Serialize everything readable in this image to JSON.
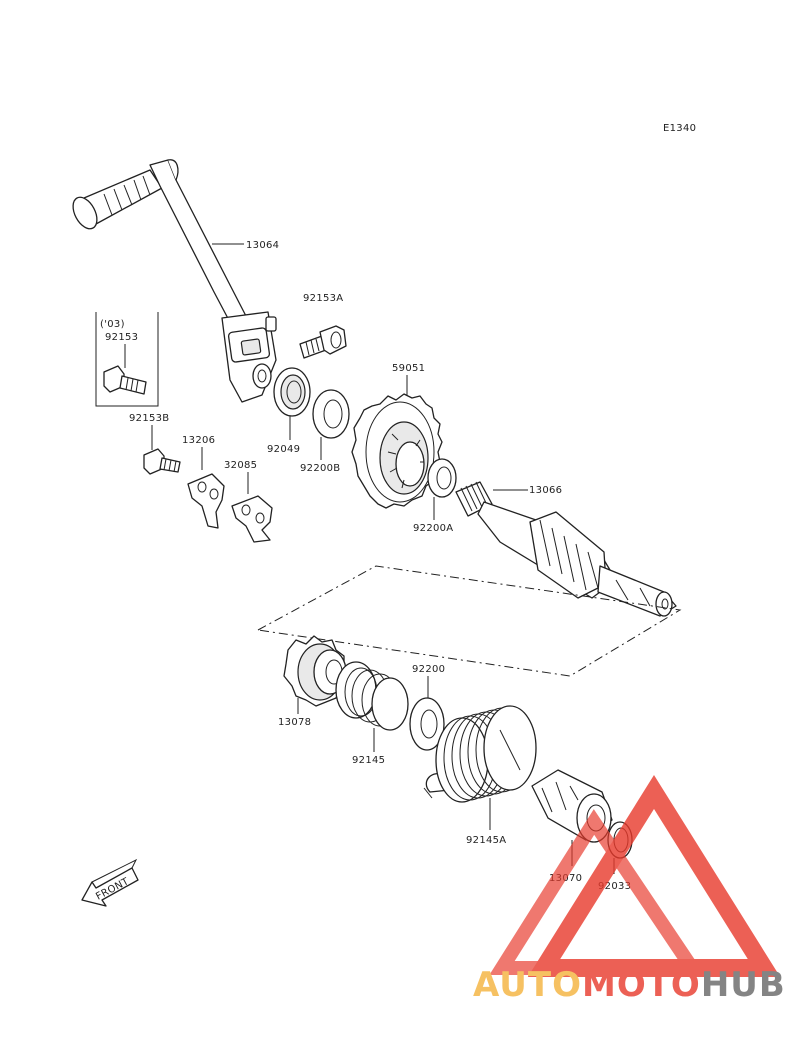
{
  "diagram": {
    "code": "E1340",
    "front_label": "FRONT",
    "labels": {
      "p13064": "13064",
      "p92153A": "92153A",
      "p03": "('03)",
      "p92153": "92153",
      "p92153B": "92153B",
      "p13206": "13206",
      "p32085": "32085",
      "p92049": "92049",
      "p92200B": "92200B",
      "p59051": "59051",
      "p92200A": "92200A",
      "p13066": "13066",
      "p13078": "13078",
      "p92200": "92200",
      "p92145": "92145",
      "p92145A": "92145A",
      "p13070": "13070",
      "p92033": "92033"
    }
  },
  "watermark": {
    "part1": "AUTO",
    "part2": "MOTO",
    "part3": "HUB",
    "color_auto": "#f4b23c",
    "color_moto": "#e8392b",
    "color_hub": "#666666",
    "triangle_color": "#e8392b"
  }
}
